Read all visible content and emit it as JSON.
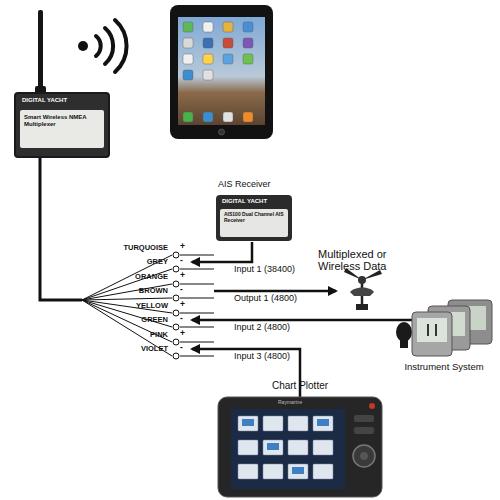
{
  "diagram": {
    "nodes": [
      {
        "text": [
          "DIGITAL YACHT",
          "Smart Wireless NMEA Multiplexer"
        ]
      },
      {
        "text": [
          "AIS Receiver",
          "DIGITAL YACHT",
          "AIS100 Dual Channel AIS Receiver"
        ]
      },
      {
        "text": [
          "Instrument System"
        ]
      },
      {
        "text": [
          "Chart Plotter",
          "Raymarine"
        ]
      }
    ],
    "labels": [
      "TURQUOISE",
      "+",
      "GREY",
      "-",
      "ORANGE",
      "+",
      "BROWN",
      "-",
      "YELLOW",
      "+",
      "GREEN",
      "-",
      "PINK",
      "+",
      "VIOLET",
      "-",
      "Multiplexed or Wireless Data",
      "Input 1 (38400)",
      "Output 1 (4800)",
      "Input 2 (4800)",
      "Input 3 (4800)"
    ]
  }
}
